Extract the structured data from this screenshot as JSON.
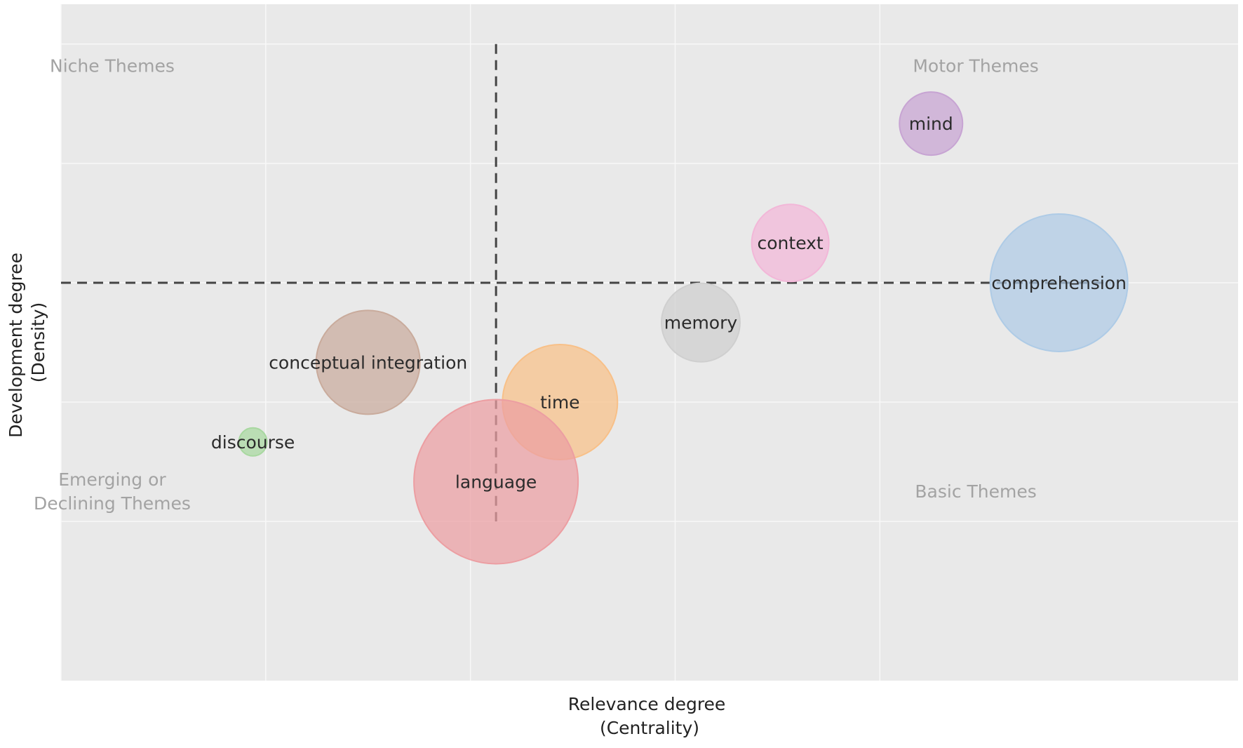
{
  "chart_data": {
    "type": "scatter",
    "subtype": "bubble",
    "xlabel": [
      "Relevance degree",
      "(Centrality)"
    ],
    "ylabel": [
      "Development degree",
      "(Density)"
    ],
    "grid": true,
    "show_tick_labels": false,
    "quadrant_labels": {
      "top_left": [
        "Niche Themes"
      ],
      "top_right": [
        "Motor Themes"
      ],
      "bottom_left": [
        "Emerging or",
        "Declining Themes"
      ],
      "bottom_right": [
        "Basic Themes"
      ]
    },
    "points": [
      {
        "name": "mind",
        "x": 0.68,
        "y": 0.9,
        "size": 45,
        "color": "#c7a4d3"
      },
      {
        "name": "context",
        "x": 0.57,
        "y": 0.6,
        "size": 55,
        "color": "#f2b7d8"
      },
      {
        "name": "comprehension",
        "x": 0.78,
        "y": 0.5,
        "size": 98,
        "color": "#aecbe6"
      },
      {
        "name": "memory",
        "x": 0.5,
        "y": 0.4,
        "size": 56,
        "color": "#cfcfcf"
      },
      {
        "name": "conceptual integration",
        "x": 0.24,
        "y": 0.3,
        "size": 74,
        "color": "#c9ab9c"
      },
      {
        "name": "time",
        "x": 0.39,
        "y": 0.2,
        "size": 82,
        "color": "#f8c088"
      },
      {
        "name": "discourse",
        "x": 0.15,
        "y": 0.1,
        "size": 20,
        "color": "#a8d8a0"
      },
      {
        "name": "language",
        "x": 0.34,
        "y": 0.0,
        "size": 117,
        "color": "#ec9ea2"
      }
    ],
    "mean_lines": {
      "x": 0.34,
      "y": 0.5
    },
    "xlim": [
      0,
      0.92
    ],
    "ylim": [
      -0.5,
      1.2
    ],
    "grid_x": [
      0.0,
      0.16,
      0.32,
      0.48,
      0.64
    ],
    "grid_y": [
      -0.1,
      0.2,
      0.5,
      0.8,
      1.1
    ],
    "colors": {
      "plot_background": "#e9e9e9",
      "grid": "#f8f8f8",
      "mean_line": "#444444"
    }
  }
}
